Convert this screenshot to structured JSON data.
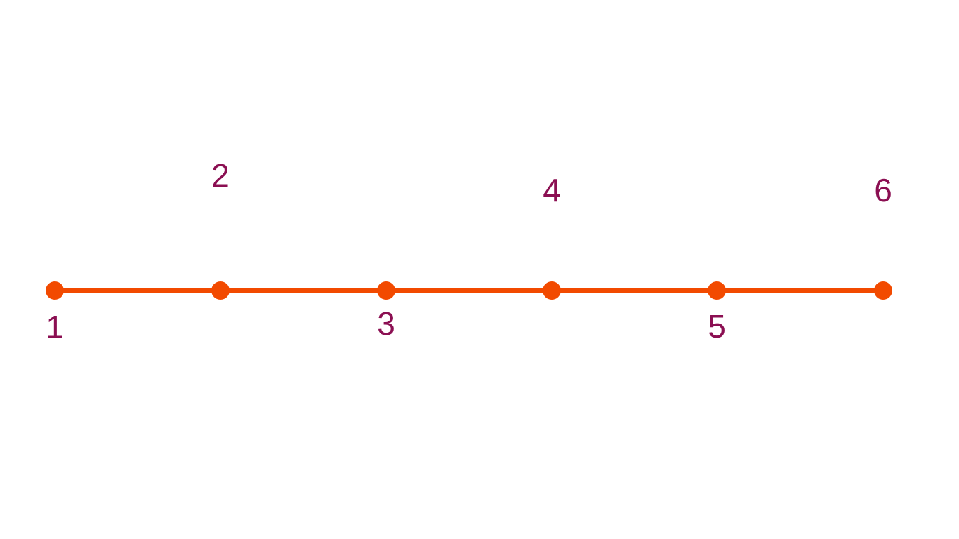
{
  "colors": {
    "line": "#f24a00",
    "point": "#f24a00",
    "label": "#8b0f52",
    "background": "#ffffff"
  },
  "points": [
    {
      "label": "1"
    },
    {
      "label": "2"
    },
    {
      "label": "3"
    },
    {
      "label": "4"
    },
    {
      "label": "5"
    },
    {
      "label": "6"
    }
  ]
}
